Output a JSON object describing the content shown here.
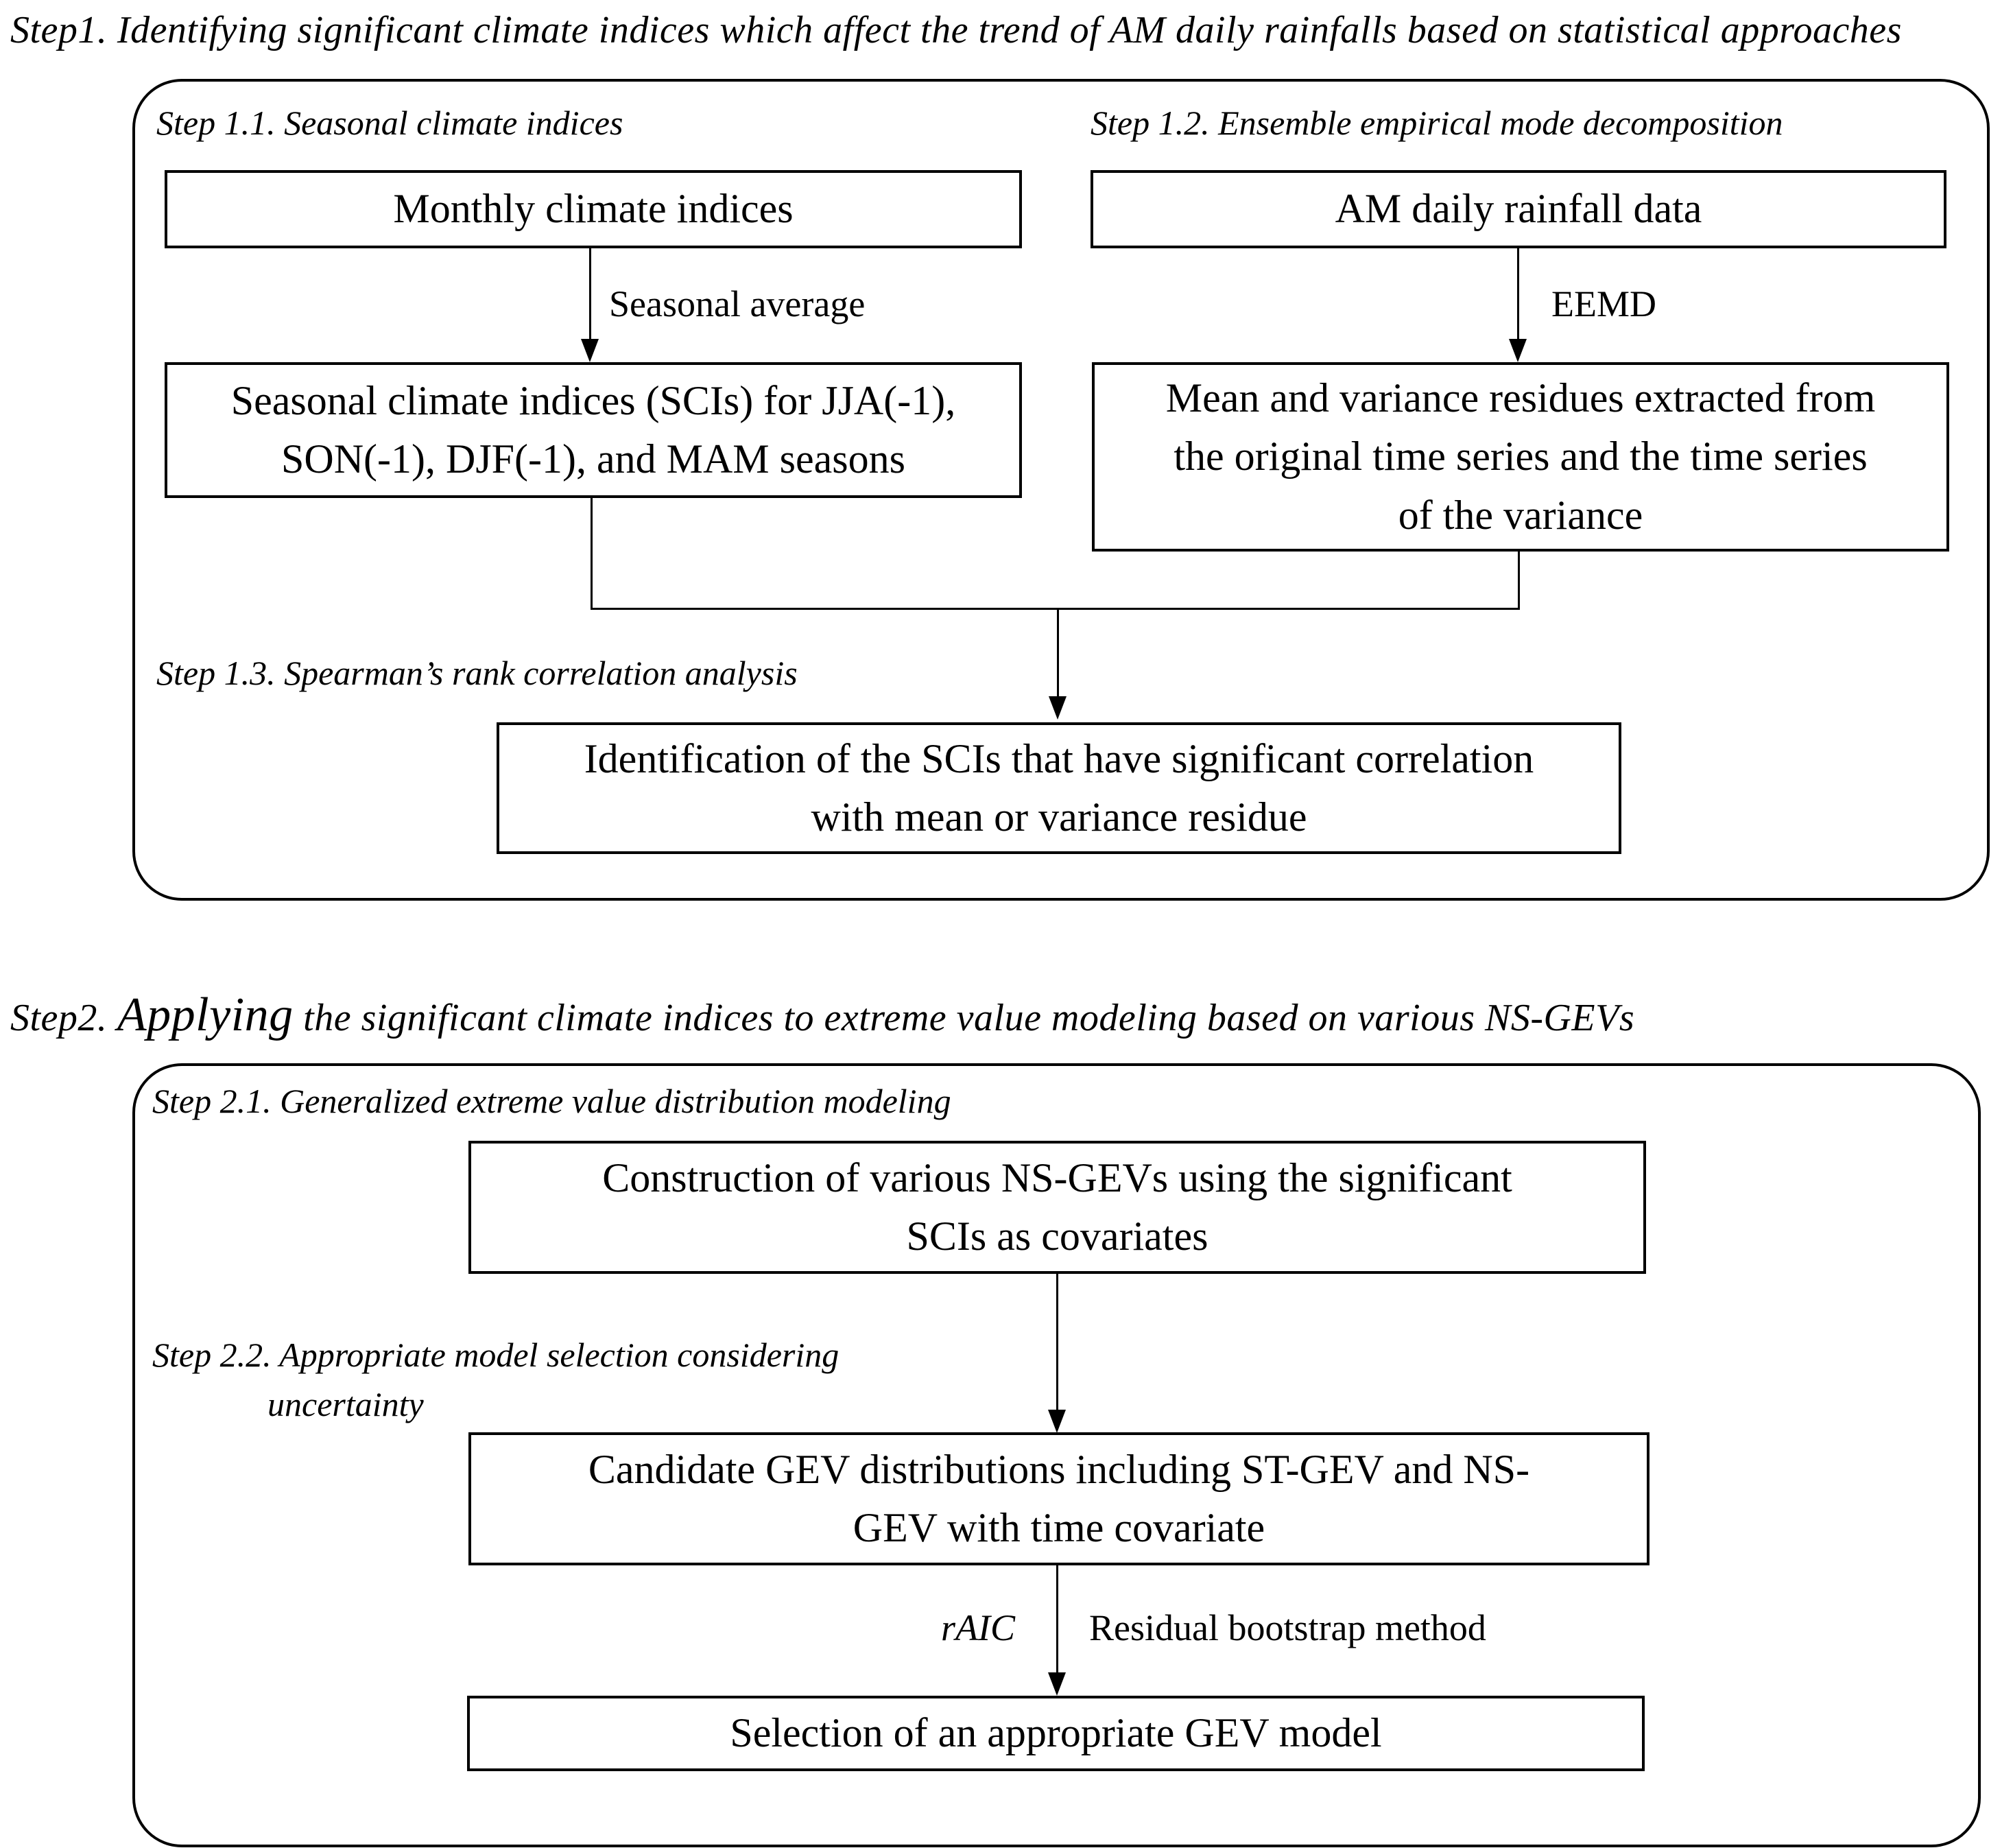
{
  "page": {
    "background": "#ffffff",
    "ink": "#000000"
  },
  "step1": {
    "title": "Step1. Identifying significant climate indices which affect the trend of AM daily rainfalls based on statistical approaches",
    "section_labels": {
      "s11": "Step 1.1. Seasonal climate indices",
      "s12": "Step 1.2. Ensemble empirical mode decomposition",
      "s13": "Step 1.3. Spearman’s rank correlation analysis"
    },
    "boxes": {
      "monthly": {
        "lines": [
          "Monthly climate indices"
        ]
      },
      "rainfall": {
        "lines": [
          "AM daily rainfall data"
        ]
      },
      "scis": {
        "lines": [
          "Seasonal climate indices (SCIs) for JJA(-1),",
          "SON(-1), DJF(-1), and MAM seasons"
        ]
      },
      "residues": {
        "lines": [
          "Mean and variance residues extracted from",
          "the original time series and the time series",
          "of the variance"
        ]
      },
      "identification": {
        "lines": [
          "Identification of the SCIs that have significant correlation",
          "with mean or variance residue"
        ]
      }
    },
    "arrow_labels": {
      "seasonal_average": "Seasonal average",
      "eemd": "EEMD"
    }
  },
  "step2": {
    "title": {
      "prefix": "Step2. ",
      "emphasis": "Applying",
      "rest": " the significant climate indices to extreme value modeling based on various NS-GEVs"
    },
    "section_labels": {
      "s21": "Step 2.1. Generalized extreme value distribution modeling",
      "s22_line1": "Step 2.2. Appropriate model selection considering",
      "s22_line2": "uncertainty"
    },
    "boxes": {
      "construction": {
        "lines": [
          "Construction of various NS-GEVs using the significant",
          "SCIs as covariates"
        ]
      },
      "candidate": {
        "lines": [
          "Candidate GEV distributions including ST-GEV and NS-",
          "GEV with time covariate"
        ]
      },
      "selection": {
        "lines": [
          "Selection of an appropriate GEV model"
        ]
      }
    },
    "arrow_labels": {
      "raic": "rAIC",
      "bootstrap": "Residual bootstrap method"
    }
  }
}
